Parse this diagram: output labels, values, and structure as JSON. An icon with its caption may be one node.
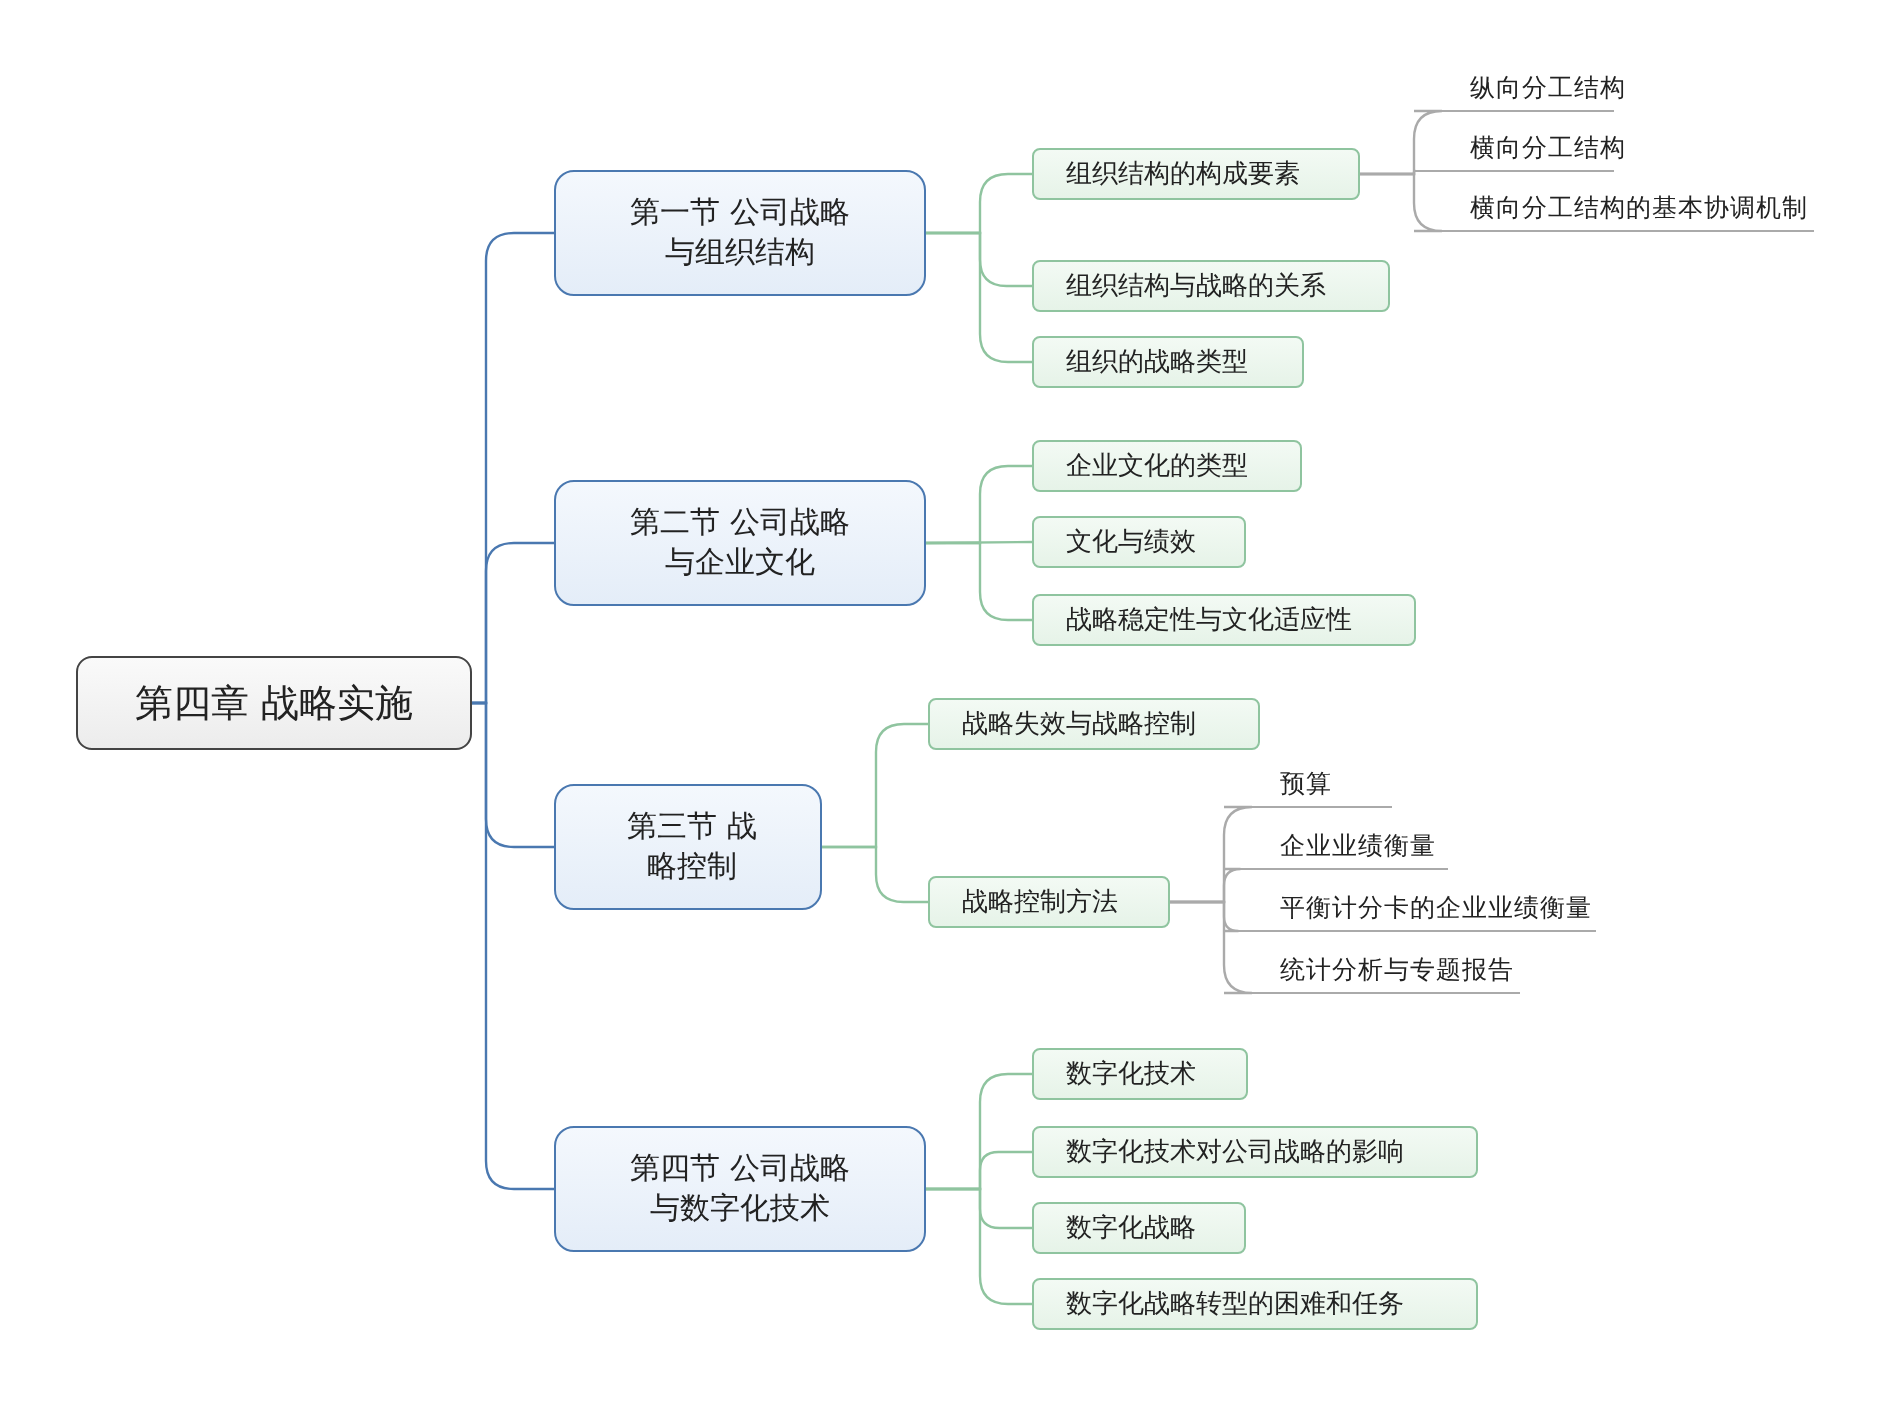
{
  "diagram": {
    "nodes": [
      {
        "text": [
          "第四章 战略实施"
        ]
      },
      {
        "text": [
          "第一节 公司战略与组织结构"
        ]
      },
      {
        "text": [
          "组织结构的构成要素"
        ]
      },
      {
        "text": [
          "纵向分工结构"
        ]
      },
      {
        "text": [
          "横向分工结构"
        ]
      },
      {
        "text": [
          "横向分工结构的基本协调机制"
        ]
      },
      {
        "text": [
          "组织结构与战略的关系"
        ]
      },
      {
        "text": [
          "组织的战略类型"
        ]
      },
      {
        "text": [
          "第二节 公司战略与企业文化"
        ]
      },
      {
        "text": [
          "企业文化的类型"
        ]
      },
      {
        "text": [
          "文化与绩效"
        ]
      },
      {
        "text": [
          "战略稳定性与文化适应性"
        ]
      },
      {
        "text": [
          "第三节 战略控制"
        ]
      },
      {
        "text": [
          "战略失效与战略控制"
        ]
      },
      {
        "text": [
          "战略控制方法"
        ]
      },
      {
        "text": [
          "预算"
        ]
      },
      {
        "text": [
          "企业业绩衡量"
        ]
      },
      {
        "text": [
          "平衡计分卡的企业业绩衡量"
        ]
      },
      {
        "text": [
          "统计分析与专题报告"
        ]
      },
      {
        "text": [
          "第四节 公司战略与数字化技术"
        ]
      },
      {
        "text": [
          "数字化技术"
        ]
      },
      {
        "text": [
          "数字化技术对公司战略的影响"
        ]
      },
      {
        "text": [
          "数字化战略"
        ]
      },
      {
        "text": [
          "数字化战略转型的困难和任务"
        ]
      }
    ],
    "edges": [
      {
        "from": 0,
        "to": 1,
        "arrow": "none",
        "color": "#4a78b0"
      },
      {
        "from": 0,
        "to": 8,
        "arrow": "none",
        "color": "#4a78b0"
      },
      {
        "from": 0,
        "to": 12,
        "arrow": "none",
        "color": "#4a78b0"
      },
      {
        "from": 0,
        "to": 19,
        "arrow": "none",
        "color": "#4a78b0"
      },
      {
        "from": 1,
        "to": 2,
        "arrow": "none"
      },
      {
        "from": 1,
        "to": 6,
        "arrow": "none"
      },
      {
        "from": 1,
        "to": 7,
        "arrow": "none"
      },
      {
        "from": 2,
        "to": 3,
        "arrow": "none",
        "color": "#aaaaaa"
      },
      {
        "from": 2,
        "to": 4,
        "arrow": "none",
        "color": "#aaaaaa"
      },
      {
        "from": 2,
        "to": 5,
        "arrow": "none",
        "color": "#aaaaaa"
      },
      {
        "from": 8,
        "to": 9,
        "arrow": "none"
      },
      {
        "from": 8,
        "to": 10,
        "arrow": "none"
      },
      {
        "from": 8,
        "to": 11,
        "arrow": "none"
      },
      {
        "from": 12,
        "to": 13,
        "arrow": "none"
      },
      {
        "from": 12,
        "to": 14,
        "arrow": "none"
      },
      {
        "from": 14,
        "to": 15,
        "arrow": "none",
        "color": "#aaaaaa"
      },
      {
        "from": 14,
        "to": 16,
        "arrow": "none",
        "color": "#aaaaaa"
      },
      {
        "from": 14,
        "to": 17,
        "arrow": "none",
        "color": "#aaaaaa"
      },
      {
        "from": 14,
        "to": 18,
        "arrow": "none",
        "color": "#aaaaaa"
      },
      {
        "from": 19,
        "to": 20,
        "arrow": "none"
      },
      {
        "from": 19,
        "to": 21,
        "arrow": "none"
      },
      {
        "from": 19,
        "to": 22,
        "arrow": "none"
      },
      {
        "from": 19,
        "to": 23,
        "arrow": "none"
      }
    ]
  }
}
